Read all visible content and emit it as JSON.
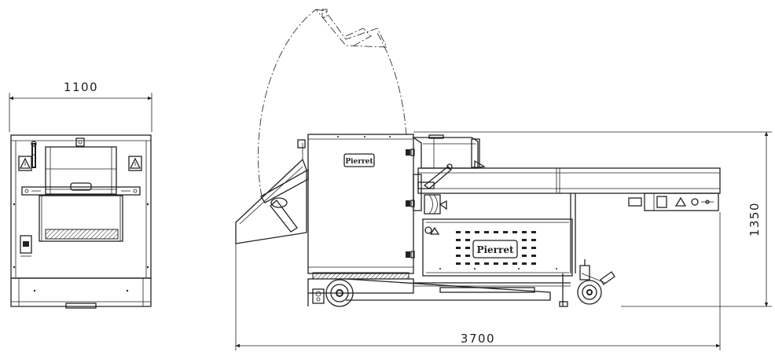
{
  "dimensions": {
    "front_width": "1100",
    "side_length": "3700",
    "side_height": "1350"
  },
  "logos": {
    "front_panel": "Pierret",
    "side_panel": "Pierret"
  },
  "colors": {
    "line": "#222222",
    "background": "#ffffff"
  }
}
